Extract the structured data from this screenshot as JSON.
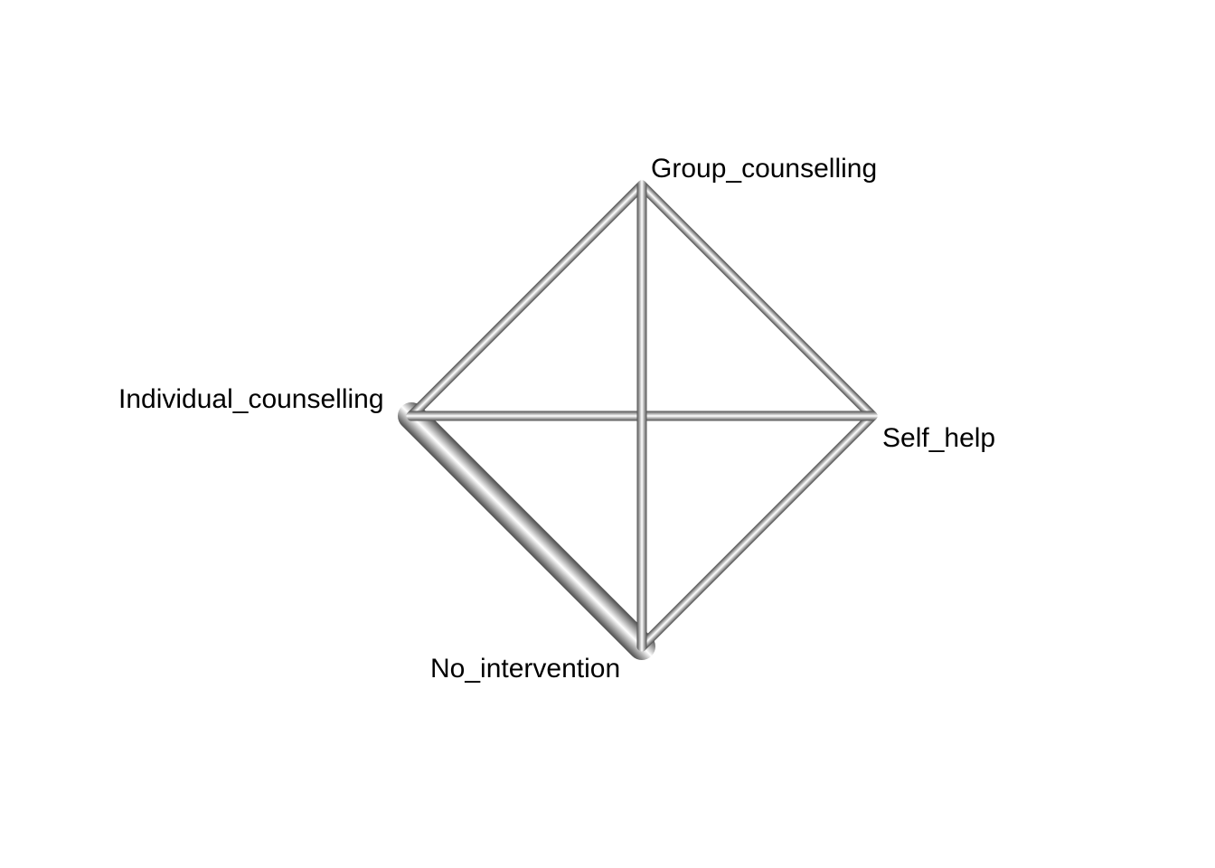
{
  "diagram": {
    "type": "network",
    "nodes": [
      {
        "id": "group",
        "label": "Group_counselling"
      },
      {
        "id": "individual",
        "label": "Individual_counselling"
      },
      {
        "id": "self",
        "label": "Self_help"
      },
      {
        "id": "none",
        "label": "No_intervention"
      }
    ],
    "edges": [
      {
        "from": "individual",
        "to": "none",
        "weight": 3
      },
      {
        "from": "individual",
        "to": "group",
        "weight": 1
      },
      {
        "from": "group",
        "to": "self",
        "weight": 1
      },
      {
        "from": "self",
        "to": "none",
        "weight": 1
      },
      {
        "from": "individual",
        "to": "self",
        "weight": 1
      },
      {
        "from": "group",
        "to": "none",
        "weight": 1
      }
    ],
    "colors": {
      "edge_dark": "#4d4d4d",
      "edge_light": "#ffffff",
      "background": "#ffffff"
    }
  }
}
